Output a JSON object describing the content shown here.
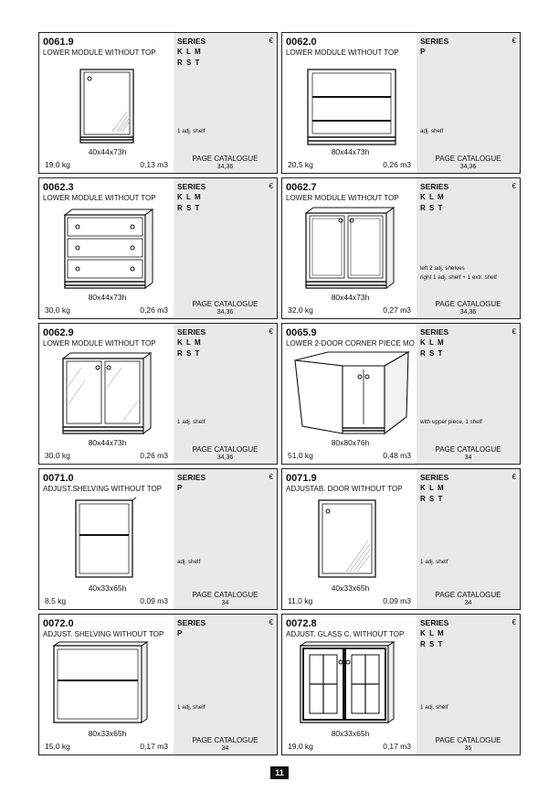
{
  "page_number": "11",
  "items": [
    {
      "code": "0061.9",
      "title": "LOWER MODULE WITHOUT TOP",
      "series_label": "SERIES",
      "series_lines": "K L M\nR S T",
      "note": "1 adj. shelf",
      "dims": "40x44x73h",
      "weight": "19,0 kg",
      "volume": "0,13 m3",
      "catalogue_label": "PAGE CATALOGUE",
      "catalogue_pages": "34,36",
      "euro": "€",
      "drawing_icon": "single-door-cabinet-icon"
    },
    {
      "code": "0062.0",
      "title": "LOWER MODULE WITHOUT TOP",
      "series_label": "SERIES",
      "series_lines": "P",
      "note": "adj. shelf",
      "dims": "80x44x73h",
      "weight": "20,5 kg",
      "volume": "0,26 m3",
      "catalogue_label": "PAGE CATALOGUE",
      "catalogue_pages": "34,36",
      "euro": "€",
      "drawing_icon": "open-shelving-icon"
    },
    {
      "code": "0062.3",
      "title": "LOWER MODULE WITHOUT TOP",
      "series_label": "SERIES",
      "series_lines": "K L M\nR S T",
      "note": "",
      "dims": "80x44x73h",
      "weight": "30,0 kg",
      "volume": "0,26 m3",
      "catalogue_label": "PAGE CATALOGUE",
      "catalogue_pages": "34,36",
      "euro": "€",
      "drawing_icon": "three-drawer-chest-icon"
    },
    {
      "code": "0062.7",
      "title": "LOWER MODULE WITHOUT TOP",
      "series_label": "SERIES",
      "series_lines": "K L M\nR S T",
      "note": "left 2 adj. shelves\nright 1 adj. shelf + 1 extr. shelf",
      "dims": "80x44x73h",
      "weight": "32,0 kg",
      "volume": "0,27 m3",
      "catalogue_label": "PAGE CATALOGUE",
      "catalogue_pages": "34,36",
      "euro": "€",
      "drawing_icon": "glass-double-door-cabinet-icon"
    },
    {
      "code": "0062.9",
      "title": "LOWER MODULE WITHOUT TOP",
      "series_label": "SERIES",
      "series_lines": "K L M\nR S T",
      "note": "1 adj. shelf",
      "dims": "80x44x73h",
      "weight": "30,0 kg",
      "volume": "0,26 m3",
      "catalogue_label": "PAGE CATALOGUE",
      "catalogue_pages": "34,36",
      "euro": "€",
      "drawing_icon": "double-door-cabinet-icon"
    },
    {
      "code": "0065.9",
      "title": "LOWER 2-DOOR CORNER PIECE MO",
      "series_label": "SERIES",
      "series_lines": "K L M\nR S T",
      "note": "with upper piece, 1 shelf",
      "dims": "80x80x76h",
      "weight": "51,0 kg",
      "volume": "0,48 m3",
      "catalogue_label": "PAGE CATALOGUE",
      "catalogue_pages": "34",
      "euro": "€",
      "drawing_icon": "corner-cabinet-icon"
    },
    {
      "code": "0071.0",
      "title": "ADJUST.SHELVING WITHOUT TOP",
      "series_label": "SERIES",
      "series_lines": "P",
      "note": "adj. shelf",
      "dims": "40x33x65h",
      "weight": "8,5 kg",
      "volume": "0,09 m3",
      "catalogue_label": "PAGE CATALOGUE",
      "catalogue_pages": "34",
      "euro": "€",
      "drawing_icon": "narrow-shelving-icon"
    },
    {
      "code": "0071.9",
      "title": "ADJUSTAB. DOOR WITHOUT TOP",
      "series_label": "SERIES",
      "series_lines": "K L M\nR S T",
      "note": "1 adj. shelf",
      "dims": "40x33x65h",
      "weight": "11,0 kg",
      "volume": "0,09 m3",
      "catalogue_label": "PAGE CATALOGUE",
      "catalogue_pages": "34",
      "euro": "€",
      "drawing_icon": "wall-single-door-icon"
    },
    {
      "code": "0072.0",
      "title": "ADJUST. SHELVING WITHOUT TOP",
      "series_label": "SERIES",
      "series_lines": "P",
      "note": "1 adj. shelf",
      "dims": "80x33x65h",
      "weight": "15,0 kg",
      "volume": "0,17 m3",
      "catalogue_label": "PAGE CATALOGUE",
      "catalogue_pages": "34",
      "euro": "€",
      "drawing_icon": "wide-shelving-icon"
    },
    {
      "code": "0072.8",
      "title": "ADJUST. GLASS C. WITHOUT TOP",
      "series_label": "SERIES",
      "series_lines": "K L M\nR S T",
      "note": "1 adj. shelf",
      "dims": "80x33x65h",
      "weight": "19,0 kg",
      "volume": "0,17 m3",
      "catalogue_label": "PAGE CATALOGUE",
      "catalogue_pages": "35",
      "euro": "€",
      "drawing_icon": "glass-wall-cabinet-icon"
    }
  ]
}
